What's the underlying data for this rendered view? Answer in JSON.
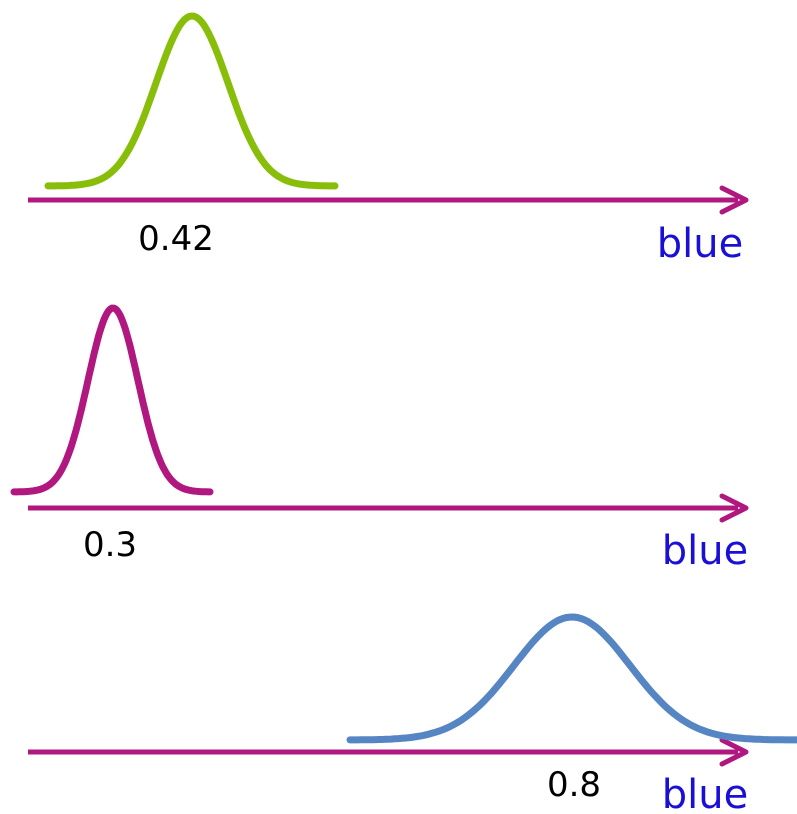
{
  "colors": {
    "axis": "#B0177F",
    "axis_label": "#1A0FD6",
    "value_label": "#000000",
    "curves": [
      "#88BE0A",
      "#B0177F",
      "#5585C2"
    ]
  },
  "panels": [
    {
      "value_label": "0.42",
      "axis_label": "blue",
      "curve_color": "#88BE0A",
      "curve_shape": "bell"
    },
    {
      "value_label": "0.3",
      "axis_label": "blue",
      "curve_color": "#B0177F",
      "curve_shape": "bell"
    },
    {
      "value_label": "0.8",
      "axis_label": "blue",
      "curve_color": "#5585C2",
      "curve_shape": "bell"
    }
  ],
  "icons": {
    "axis_arrow": "arrowhead-right-icon"
  }
}
